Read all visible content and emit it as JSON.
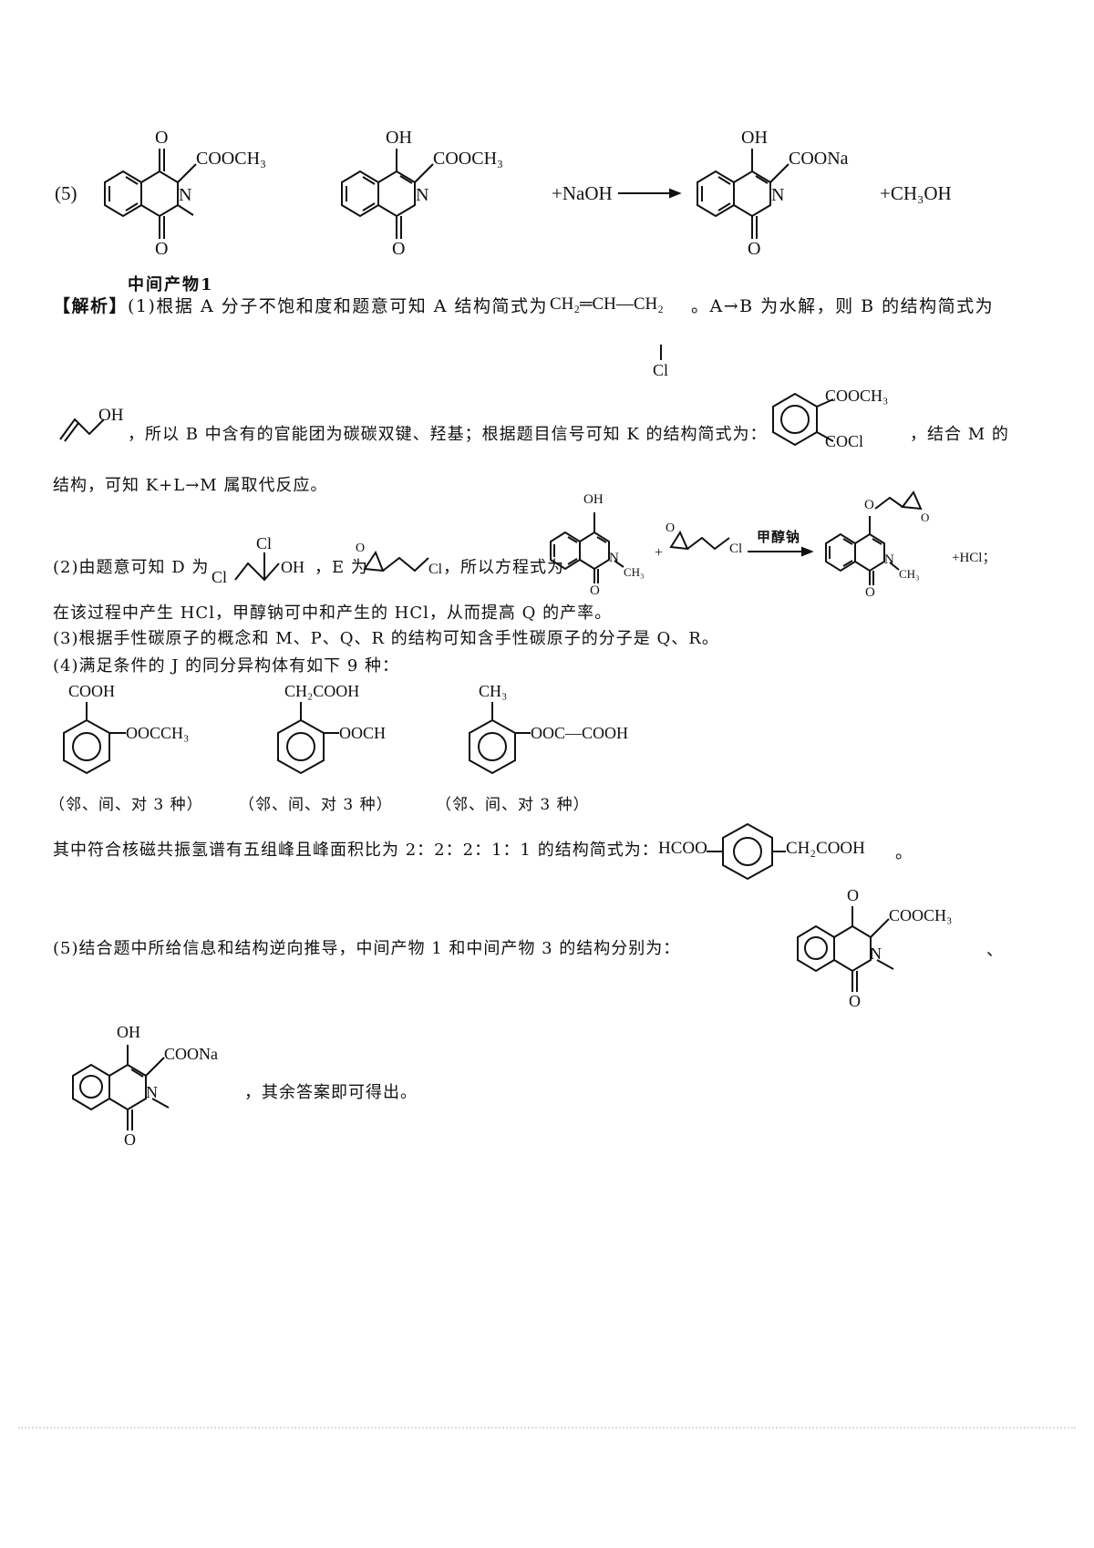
{
  "part5_top": {
    "label": "(5)",
    "mol1_caption": "中间产物1",
    "plus_naoh": "+NaOH",
    "plus_ch3oh": "+CH₃OH"
  },
  "chem_labels": {
    "O": "O",
    "OH": "OH",
    "N": "N",
    "Cl": "Cl",
    "COOCH3": "COOCH₃",
    "COONa": "COONa",
    "COCl": "COCl",
    "CH3": "CH₃",
    "CH2COOH": "CH₂COOH",
    "COOH": "COOH",
    "OOCCH3": "OOCCH₃",
    "OOCH": "OOCH",
    "OOC_COOH": "OOC—COOH",
    "ch2_ch_ch2": "CH₂═CH—CH₂"
  },
  "analysis": {
    "tag": "【解析】",
    "p1_line1_a": "(1)根据 A 分子不饱和度和题意可知 A 结构简式为",
    "p1_line1_b": "。A→B 为水解，则 B 的结构简式为",
    "p1_line2_a": "，所以 B 中含有的官能团为碳碳双键、羟基；根据题目信号可知 K 的结构简式为：",
    "p1_line2_b": "，结合 M 的",
    "p1_line3": "结构，可知 K+L→M 属取代反应。",
    "p2_a": "(2)由题意可知 D 为",
    "p2_b": "，E 为",
    "p2_c": "，所以方程式为",
    "p2_plus": "+",
    "p2_catalyst": "甲醇钠",
    "p2_hcl": "+HCl；",
    "p2_line2": "在该过程中产生 HCl，甲醇钠可中和产生的 HCl，从而提高 Q 的产率。",
    "p3": "(3)根据手性碳原子的概念和 M、P、Q、R 的结构可知含手性碳原子的分子是 Q、R。",
    "p4": "(4)满足条件的 J 的同分异构体有如下 9 种：",
    "iso_caption": "（邻、间、对 3 种）",
    "nmr_a": "其中符合核磁共振氢谱有五组峰且峰面积比为 2：2：2：1：1 的结构简式为：",
    "nmr_hcoo": "HCOO",
    "nmr_end": "。",
    "p5": "(5)结合题中所给信息和结构逆向推导，中间产物 1 和中间产物 3 的结构分别为：",
    "p5_sep": "、",
    "p5_end": "，其余答案即可得出。"
  }
}
